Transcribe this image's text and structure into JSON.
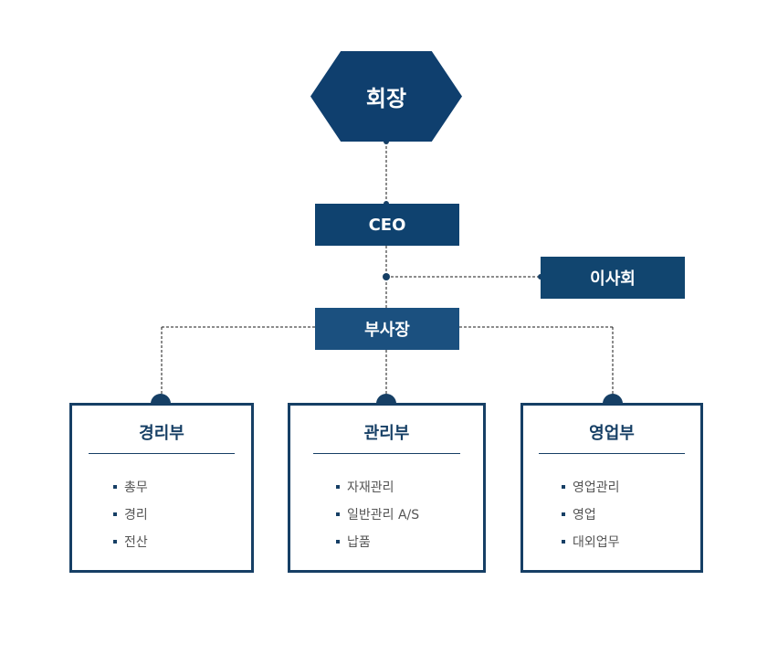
{
  "chairman": "회장",
  "ceo": "CEO",
  "board": "이사회",
  "vice_president": "부사장",
  "colors": {
    "primary": "#0f3f6e",
    "border": "#163f65"
  },
  "departments": [
    {
      "name": "경리부",
      "items": [
        "총무",
        "경리",
        "전산"
      ]
    },
    {
      "name": "관리부",
      "items": [
        "자재관리",
        "일반관리 A/S",
        "납품"
      ]
    },
    {
      "name": "영업부",
      "items": [
        "영업관리",
        "영업",
        "대외업무"
      ]
    }
  ]
}
